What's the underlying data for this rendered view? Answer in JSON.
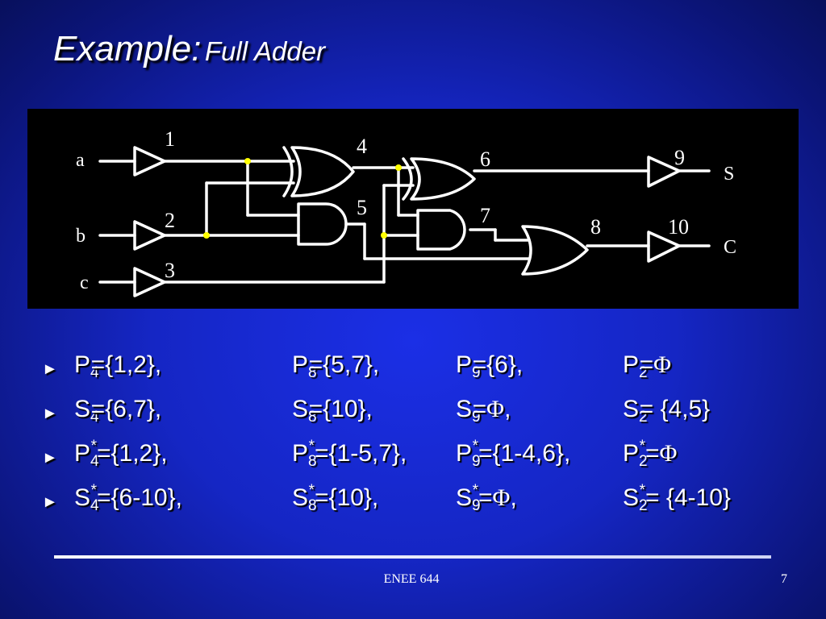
{
  "title": {
    "main": "Example:",
    "sub": "Full Adder"
  },
  "circuit": {
    "inputs": [
      "a",
      "b",
      "c"
    ],
    "outputs": [
      "S",
      "C"
    ],
    "node_numbers": [
      "1",
      "2",
      "3",
      "4",
      "5",
      "6",
      "7",
      "8",
      "9",
      "10"
    ]
  },
  "bullets": [
    {
      "c1": {
        "base": "P",
        "sub": "4",
        "sup": "",
        "rest": "={1,2},",
        "phi": ""
      },
      "c2": {
        "base": "P",
        "sub": "8",
        "sup": "",
        "rest": "={5,7},",
        "phi": ""
      },
      "c3": {
        "base": "P",
        "sub": "9",
        "sup": "",
        "rest": "={6},",
        "phi": ""
      },
      "c4": {
        "base": "P",
        "sub": "2",
        "sup": "",
        "rest": "=",
        "phi": "Φ"
      }
    },
    {
      "c1": {
        "base": "S",
        "sub": "4",
        "sup": "",
        "rest": "={6,7},",
        "phi": ""
      },
      "c2": {
        "base": "S",
        "sub": "8",
        "sup": "",
        "rest": "={10},",
        "phi": ""
      },
      "c3": {
        "base": "S",
        "sub": "9",
        "sup": "",
        "rest": "=",
        "phi": "Φ",
        "tail": ","
      },
      "c4": {
        "base": "S",
        "sub": "2",
        "sup": "",
        "rest": "= {4,5}",
        "phi": ""
      }
    },
    {
      "c1": {
        "base": "P",
        "sub": "4",
        "sup": "*",
        "rest": "={1,2},",
        "phi": ""
      },
      "c2": {
        "base": "P",
        "sub": "8",
        "sup": "*",
        "rest": "={1-5,7},",
        "phi": ""
      },
      "c3": {
        "base": "P",
        "sub": "9",
        "sup": "*",
        "rest": "={1-4,6},",
        "phi": ""
      },
      "c4": {
        "base": "P",
        "sub": "2",
        "sup": "*",
        "rest": "=",
        "phi": "Φ"
      }
    },
    {
      "c1": {
        "base": "S",
        "sub": "4",
        "sup": "*",
        "rest": "={6-10},",
        "phi": ""
      },
      "c2": {
        "base": "S",
        "sub": "8",
        "sup": "*",
        "rest": "={10},",
        "phi": ""
      },
      "c3": {
        "base": "S",
        "sub": "9",
        "sup": "*",
        "rest": "=",
        "phi": "Φ",
        "tail": ","
      },
      "c4": {
        "base": "S",
        "sub": "2",
        "sup": "*",
        "rest": "= {4-10}",
        "phi": ""
      }
    }
  ],
  "bullet_marker": "►",
  "footer": {
    "course": "ENEE 644",
    "page": "7"
  },
  "colors": {
    "wire": "#ffffff",
    "junction": "#ffff00",
    "panel": "#000000"
  }
}
